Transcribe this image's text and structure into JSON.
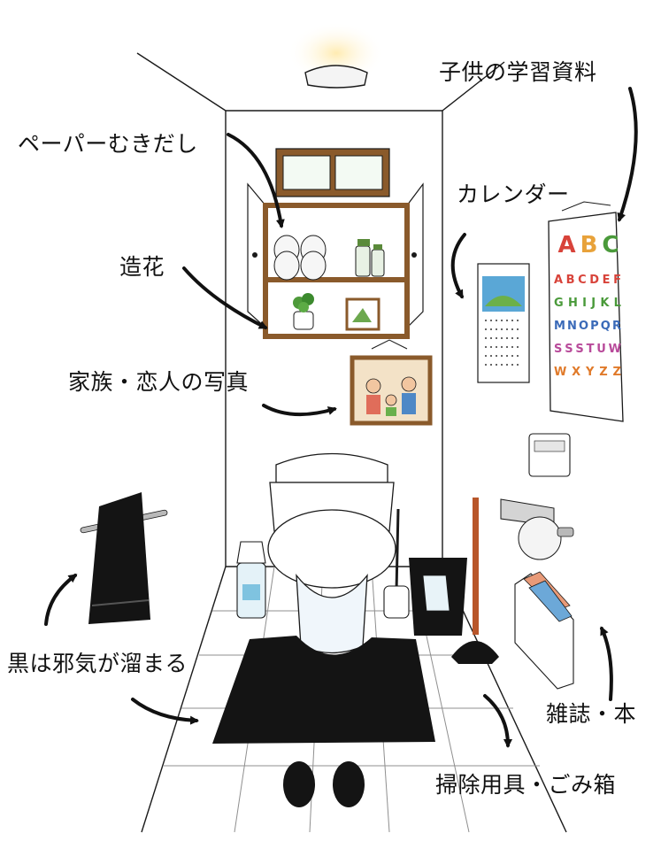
{
  "labels": {
    "paper": "ペーパーむきだし",
    "flower": "造花",
    "photo": "家族・恋人の写真",
    "study": "子供の学習資料",
    "calendar": "カレンダー",
    "black": "黒は邪気が溜まる",
    "magazine": "雑誌・本",
    "cleaning": "掃除用具・ごみ箱"
  },
  "poster": {
    "big": [
      "A",
      "B",
      "C"
    ],
    "rows": [
      [
        "A",
        "B",
        "C",
        "D",
        "E",
        "F"
      ],
      [
        "G",
        "H",
        "I",
        "J",
        "K",
        "L"
      ],
      [
        "M",
        "N",
        "O",
        "P",
        "Q",
        "R"
      ],
      [
        "S",
        "S",
        "S",
        "T",
        "U",
        "W"
      ],
      [
        "W",
        "X",
        "Y",
        "Z",
        "Z"
      ]
    ]
  },
  "colors": {
    "wall": "#ffffff",
    "line": "#1a1a1a",
    "wood": "#8a5a2b",
    "black_item": "#141414",
    "chrome": "#b9b9b9",
    "plunger_handle": "#b8562a",
    "calendar_blue": "#5aa7d6",
    "light_glow": "#ffe9a8"
  }
}
